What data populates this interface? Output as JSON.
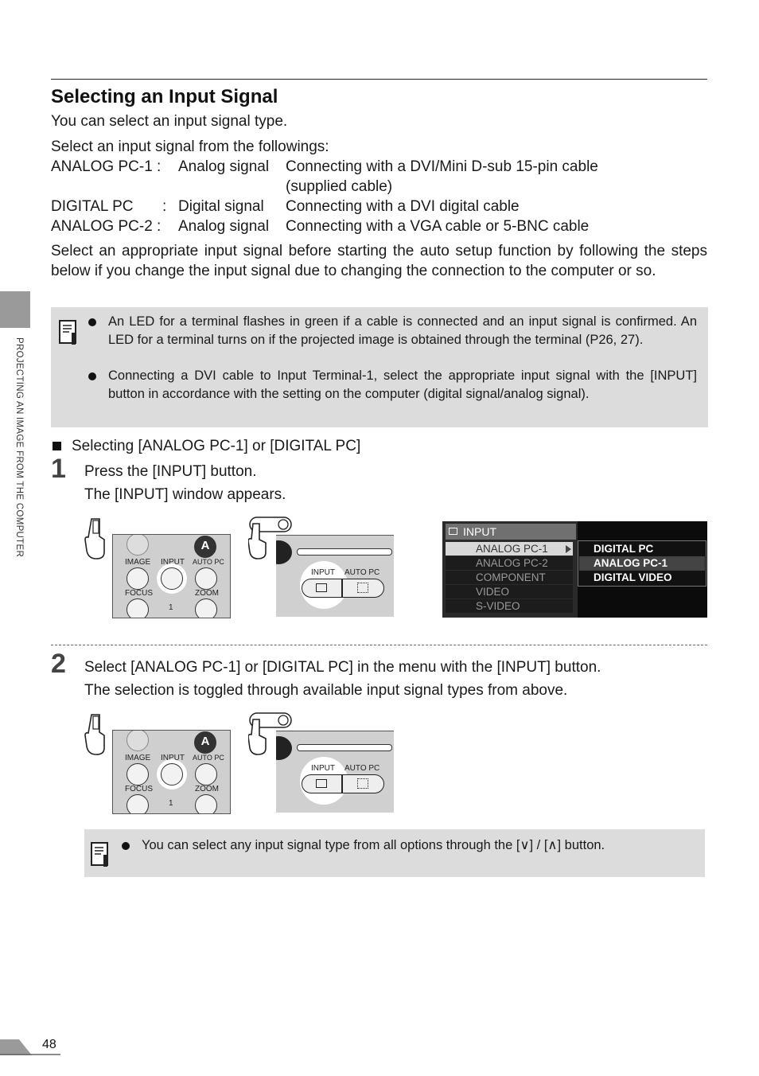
{
  "section": {
    "title": "Selecting an Input Signal",
    "intro": "You can select an input signal type.",
    "select_lead": "Select an input signal from the followings:",
    "signals": [
      {
        "name": "ANALOG PC-1 :",
        "type": "Analog signal",
        "desc": "Connecting with a DVI/Mini D-sub 15-pin cable",
        "desc2": "(supplied cable)"
      },
      {
        "name": "DIGITAL PC",
        "colon": ":",
        "type": "Digital signal",
        "desc": "Connecting with a DVI digital cable"
      },
      {
        "name": "ANALOG PC-2 :",
        "type": "Analog signal",
        "desc": "Connecting with a VGA cable or 5-BNC cable"
      }
    ],
    "paragraph": "Select an appropriate input signal before starting the auto setup function by following the steps below if you change the input signal due to changing the connection to the computer or so."
  },
  "note1": {
    "bullets": [
      "An LED for a terminal flashes in green if a cable is connected and an input signal is confirmed. An LED for a terminal turns on if the projected image is obtained through the terminal (P26, 27).",
      "Connecting a DVI cable to Input Terminal-1, select the appropriate input signal with the [INPUT] button in accordance with the setting on the computer (digital signal/analog signal)."
    ]
  },
  "subheading": "Selecting [ANALOG PC-1] or [DIGITAL PC]",
  "steps": [
    {
      "number": "1",
      "instruction": "Press the [INPUT] button.",
      "result": "The [INPUT] window appears."
    },
    {
      "number": "2",
      "instruction": "Select [ANALOG PC-1] or [DIGITAL PC] in the menu with the [INPUT] button.",
      "result": "The selection is toggled through available input signal types from above."
    }
  ],
  "remote": {
    "image": "IMAGE",
    "input": "INPUT",
    "auto_pc": "AUTO PC",
    "focus": "FOCUS",
    "zoom": "ZOOM",
    "one": "1",
    "a": "A"
  },
  "panel": {
    "input": "INPUT",
    "auto_pc": "AUTO PC"
  },
  "osd": {
    "title": "INPUT",
    "items": [
      "ANALOG PC-1",
      "ANALOG PC-2",
      "COMPONENT",
      "VIDEO",
      "S-VIDEO"
    ],
    "submenu": [
      "DIGITAL PC",
      "ANALOG PC-1",
      "DIGITAL VIDEO"
    ]
  },
  "note2": {
    "bullet": "You can select any input signal type from all options through the [∨] / [∧] button."
  },
  "sidebar": {
    "chapter": "PROJECTING AN IMAGE FROM THE COMPUTER"
  },
  "page_number": "48",
  "icons": [
    "note-icon",
    "remote-hand-icon",
    "panel-hand-icon",
    "input-icon",
    "auto-pc-icon",
    "focus-icon",
    "zoom-icon",
    "image-icon",
    "power-icon"
  ]
}
